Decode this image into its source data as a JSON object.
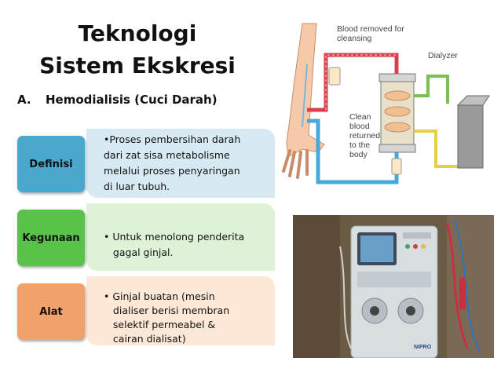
{
  "title": {
    "line1": "Teknologi",
    "line2": "Sistem Ekskresi"
  },
  "subtitle": {
    "number": "A.",
    "text": "Hemodialisis (Cuci Darah)"
  },
  "rows": [
    {
      "label": "Definisi",
      "lines": [
        "•Proses pembersihan darah",
        "dari zat sisa metabolisme",
        "melalui proses penyaringan",
        "di luar tubuh."
      ],
      "label_color": "#4aa8cf",
      "box_color": "#d7e9f2"
    },
    {
      "label": "Kegunaan",
      "lines": [
        "• Untuk menolong penderita",
        "   gagal ginjal."
      ],
      "label_color": "#59c24a",
      "box_color": "#ddf2d6"
    },
    {
      "label": "Alat",
      "lines": [
        "• Ginjal buatan (mesin",
        "   dialiser berisi membran",
        "   selektif permeabel &",
        "   cairan dialisat)"
      ],
      "label_color": "#f0a26a",
      "box_color": "#fde7d6"
    }
  ],
  "diagram": {
    "blood_removed": [
      "Blood removed for",
      "cleansing"
    ],
    "dialyzer": "Dialyzer",
    "clean_blood": [
      "Clean",
      "blood",
      "returned",
      "to the",
      "body"
    ]
  },
  "photo": {
    "brand": "NIPRO"
  }
}
